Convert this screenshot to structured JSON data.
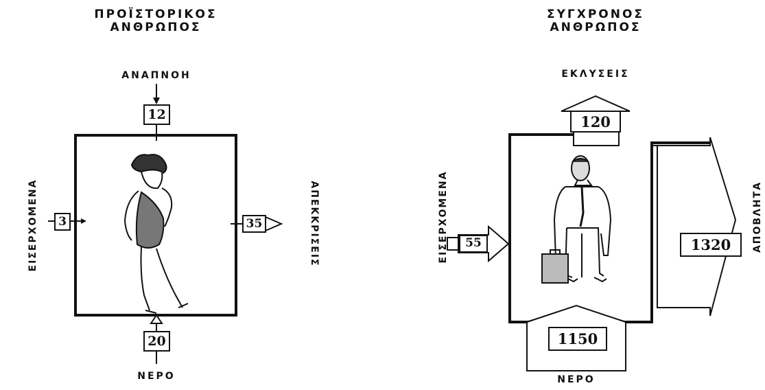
{
  "prehistoric": {
    "title_line1": "ΠΡΟΪΣΤΟΡΙΚΟΣ",
    "title_line2": "ΑΝΘΡΩΠΟΣ",
    "top_label": "ΑΝΑΠΝΟΗ",
    "top_value": "12",
    "left_label": "ΕΙΣΕΡΧΟΜΕΝΑ",
    "left_value": "3",
    "right_label": "ΑΠΕΚΚΡΙΣΕΙΣ",
    "right_value": "35",
    "bottom_value": "20",
    "bottom_label": "ΝΕΡΟ"
  },
  "modern": {
    "title_line1": "ΣΥΓΧΡΟΝΟΣ",
    "title_line2": "ΑΝΘΡΩΠΟΣ",
    "top_label": "ΕΚΛΥΣΕΙΣ",
    "top_value": "120",
    "left_label": "ΕΙΣΕΡΧΟΜΕΝΑ",
    "left_value": "55",
    "right_label": "ΑΠΟΒΛΗΤΑ",
    "right_value": "1320",
    "bottom_value": "1150",
    "bottom_label": "ΝΕΡΟ"
  }
}
